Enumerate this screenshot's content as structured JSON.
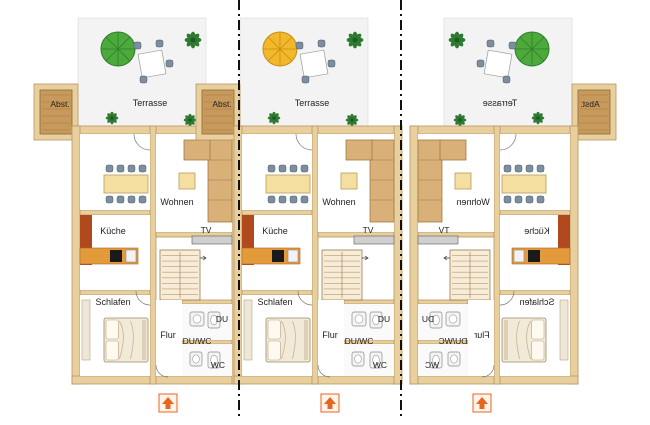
{
  "units": [
    {
      "terrasse": "Terrasse",
      "abst": "Abst.",
      "wohnen": "Wohnen",
      "kueche": "Küche",
      "schlafen": "Schlafen",
      "flur": "Flur",
      "du": "DU",
      "du_wc": "DU/WC",
      "wc": "WC",
      "tv": "TV",
      "umbrella": "green"
    },
    {
      "terrasse": "Terrasse",
      "abst": "Abst.",
      "wohnen": "Wohnen",
      "kueche": "Küche",
      "schlafen": "Schlafen",
      "flur": "Flur",
      "du": "DU",
      "du_wc": "DU/WC",
      "wc": "WC",
      "tv": "TV",
      "umbrella": "yellow"
    },
    {
      "terrasse": "Terrasse",
      "abst": "Abst.",
      "wohnen": "Wohnen",
      "kueche": "Küche",
      "schlafen": "Schlafen",
      "flur": "Flur",
      "du": "DU",
      "du_wc": "DU/WC",
      "wc": "WC",
      "tv": "TV",
      "umbrella": "green"
    }
  ],
  "colors": {
    "wall": "#e8cf9e",
    "wall_edge": "#b89460",
    "floor": "#ffffff",
    "terrace": "#f3f3f3",
    "abst_fill": "#c79a5c",
    "sofa": "#d8b078",
    "table": "#f4dfa0",
    "chair": "#7c8ea0",
    "kitchen_red": "#b04a1e",
    "kitchen_orange": "#e39a3a",
    "bed": "#f2ead9",
    "umbrella_green": "#4caa3c",
    "umbrella_yellow": "#f0b82a",
    "plant": "#2f7a33",
    "entry_arrow": "#e8651e",
    "divider": "#111111"
  }
}
